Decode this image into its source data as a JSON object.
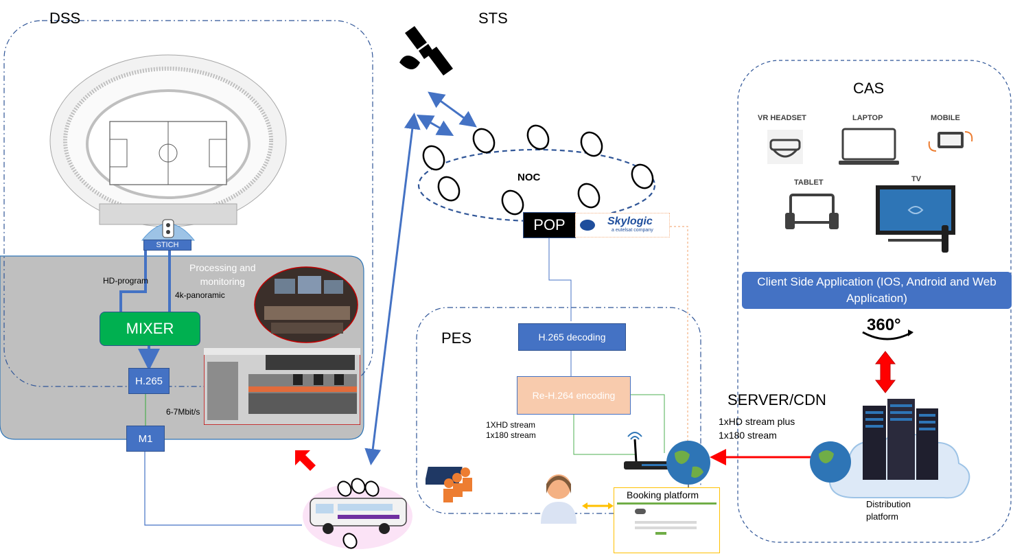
{
  "sections": {
    "dss": "DSS",
    "sts": "STS",
    "cas": "CAS",
    "pes": "PES",
    "server_cdn": "SERVER/CDN",
    "noc": "NOC"
  },
  "dss": {
    "stich": "STICH",
    "processing_monitoring": "Processing and\nmonitoring",
    "hd_program": "HD-program",
    "panoramic_4k": "4k-panoramic",
    "mixer": "MIXER",
    "h265": "H.265",
    "bitrate": "6-7Mbit/s",
    "m1": "M1"
  },
  "noc": {
    "pop": "POP",
    "skylogic": "Skylogic",
    "skylogic_tagline": "a eutelsat company"
  },
  "pes": {
    "decoding": "H.265 decoding",
    "encoding": "Re-H.264 encoding",
    "streams": "1XHD stream\n1x180 stream"
  },
  "server": {
    "streams": "1xHD stream plus\n1x180 stream",
    "distribution": "Distribution\nplatform"
  },
  "booking": {
    "title": "Booking platform"
  },
  "cas": {
    "devices": [
      "VR HEADSET",
      "LAPTOP",
      "MOBILE",
      "TABLET",
      "TV"
    ],
    "client_app": "Client Side Application (IOS, Android and Web Application)",
    "badge_360": "360°"
  },
  "colors": {
    "box_blue": "#4472c4",
    "mixer_green": "#00b050",
    "encoding_peach": "#f8cbad",
    "red_arrow": "#ff0000",
    "link_blue": "#4472c4",
    "dss_gray": "#bfbfbf"
  }
}
